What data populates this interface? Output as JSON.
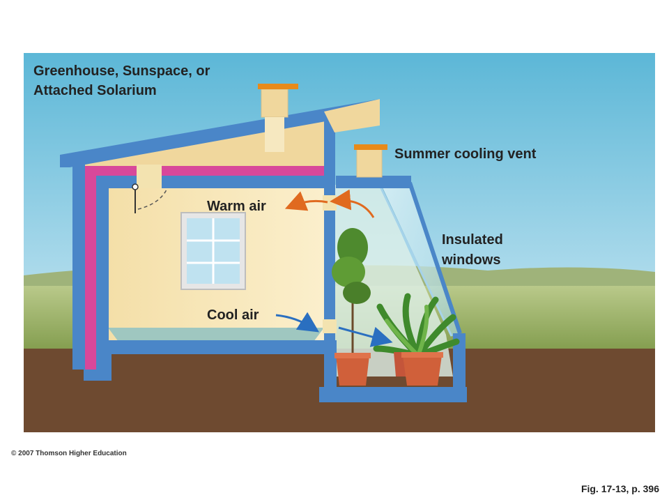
{
  "labels": {
    "title_line1": "Greenhouse, Sunspace, or",
    "title_line2": "Attached Solarium",
    "summer_vent": "Summer cooling vent",
    "warm_air": "Warm air",
    "insulated_line1": "Insulated",
    "insulated_line2": "windows",
    "cool_air": "Cool air"
  },
  "footer": {
    "copyright": "© 2007 Thomson Higher Education",
    "caption": "Fig. 17-13, p. 396"
  },
  "colors": {
    "sky_top": "#5fb8d8",
    "sky_bottom": "#d9eef5",
    "ground": "#6e4a30",
    "wall_frame": "#4a86c8",
    "insulation": "#d8489a",
    "interior": "#f3e3b0",
    "warm_arrow": "#e06a1f",
    "cool_arrow": "#2a6fc0",
    "vent_cap": "#e88a1a"
  }
}
